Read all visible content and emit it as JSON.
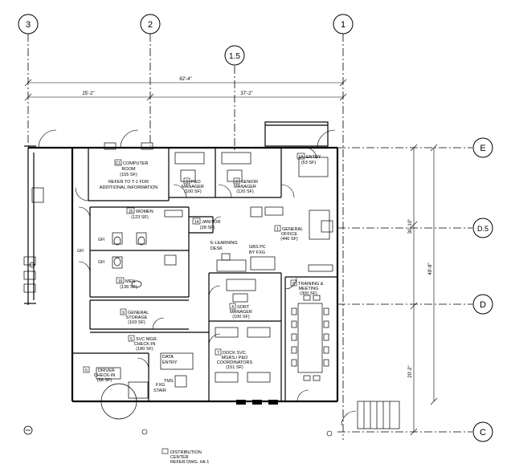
{
  "grid_columns": [
    {
      "label": "3"
    },
    {
      "label": "2"
    },
    {
      "label": "1.5"
    },
    {
      "label": "1"
    }
  ],
  "grid_rows": [
    {
      "label": "E"
    },
    {
      "label": "D.5"
    },
    {
      "label": "D"
    },
    {
      "label": "C"
    }
  ],
  "dimensions": {
    "overall": "62'-4\"",
    "left_span": "25'-2\"",
    "right_span": "37'-2\"",
    "right_upper": "30'-10\"",
    "right_total": "49'-8\"",
    "right_lower": "20'-2\""
  },
  "rooms": [
    {
      "number": "C1",
      "name": "COMPUTER",
      "line2": "ROOM",
      "area": "(155 SF)"
    },
    {
      "number": "3",
      "name": "P&O",
      "line2": "MANAGER",
      "area": "(100 SF)"
    },
    {
      "number": "2",
      "name": "SENIOR",
      "line2": "MANAGER",
      "area": "(120 SF)"
    },
    {
      "number": "1A",
      "name": "ENTRY",
      "line2": "",
      "area": "(53 SF)"
    },
    {
      "number": "15",
      "name": "WOMEN",
      "line2": "",
      "area": "(123 SF)"
    },
    {
      "number": "14",
      "name": "JANITOR",
      "line2": "",
      "area": "(28 SF)"
    },
    {
      "number": "1",
      "name": "GENERAL",
      "line2": "OFFICE",
      "area": "(446 SF)"
    },
    {
      "number": "16",
      "name": "MEN",
      "line2": "",
      "area": "(136 SF)"
    },
    {
      "number": "8",
      "name": "TRAINING &",
      "line2": "MEETING",
      "area": "(300 SF)"
    },
    {
      "number": "4",
      "name": "SORT",
      "line2": "MANAGER",
      "area": "(100 SF)"
    },
    {
      "number": "9",
      "name": "GENERAL",
      "line2": "STORAGE",
      "area": "(103 SF)"
    },
    {
      "number": "5",
      "name": "SVC MGR.",
      "line2": "CHECK-IN",
      "area": "(180 SF)"
    },
    {
      "number": "7",
      "name": "DOCK SVC.",
      "line2": "MGRS./ P&O",
      "line3": "COORDINATORS",
      "area": "(151 SF)"
    },
    {
      "number": "6",
      "name": "DRIVER",
      "line2": "CHECK-IN",
      "area": "(58 SF)"
    }
  ],
  "notes": {
    "computer_room_line1": "REFER TO T-1 FOR",
    "computer_room_line2": "ADDITIONAL INFORMATION",
    "elearning_line1": "E-LEARNING",
    "elearning_line2": "DESK",
    "gbs_line1": "GBS PC",
    "gbs_line2": "BY FXG",
    "data_entry_line1": "DATA",
    "data_entry_line2": "ENTRY",
    "tms": "TMS",
    "fxg_line1": "FXG",
    "fxg_line2": "STAIR",
    "gfi": "GFI"
  },
  "footer": {
    "line1": "DISTRIBUTION",
    "line2": "CENTER",
    "line3": "REFER DWG. #A-1"
  }
}
